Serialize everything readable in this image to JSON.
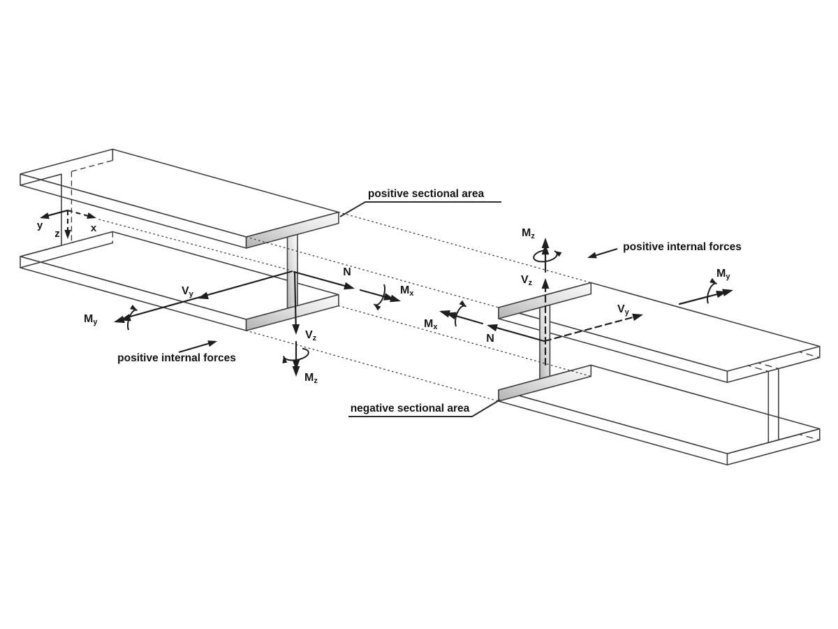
{
  "forces": {
    "N": {
      "main": "N",
      "sub": ""
    },
    "Vy": {
      "main": "V",
      "sub": "y"
    },
    "Vz": {
      "main": "V",
      "sub": "z"
    },
    "Mx": {
      "main": "M",
      "sub": "x"
    },
    "My": {
      "main": "M",
      "sub": "y"
    },
    "Mz": {
      "main": "M",
      "sub": "z"
    }
  },
  "axes": {
    "x": "x",
    "y": "y",
    "z": "z"
  },
  "annotations": {
    "positive_sectional_area": "positive sectional area",
    "negative_sectional_area": "negative sectional area",
    "positive_internal_forces_left": "positive internal forces",
    "positive_internal_forces_right": "positive internal forces"
  },
  "colors": {
    "line": "#3f3f3f",
    "arrow": "#1e1e1e",
    "text": "#111111",
    "shade_light": "#fafafa",
    "shade_dark": "#b9b9b9",
    "background": "#ffffff"
  }
}
